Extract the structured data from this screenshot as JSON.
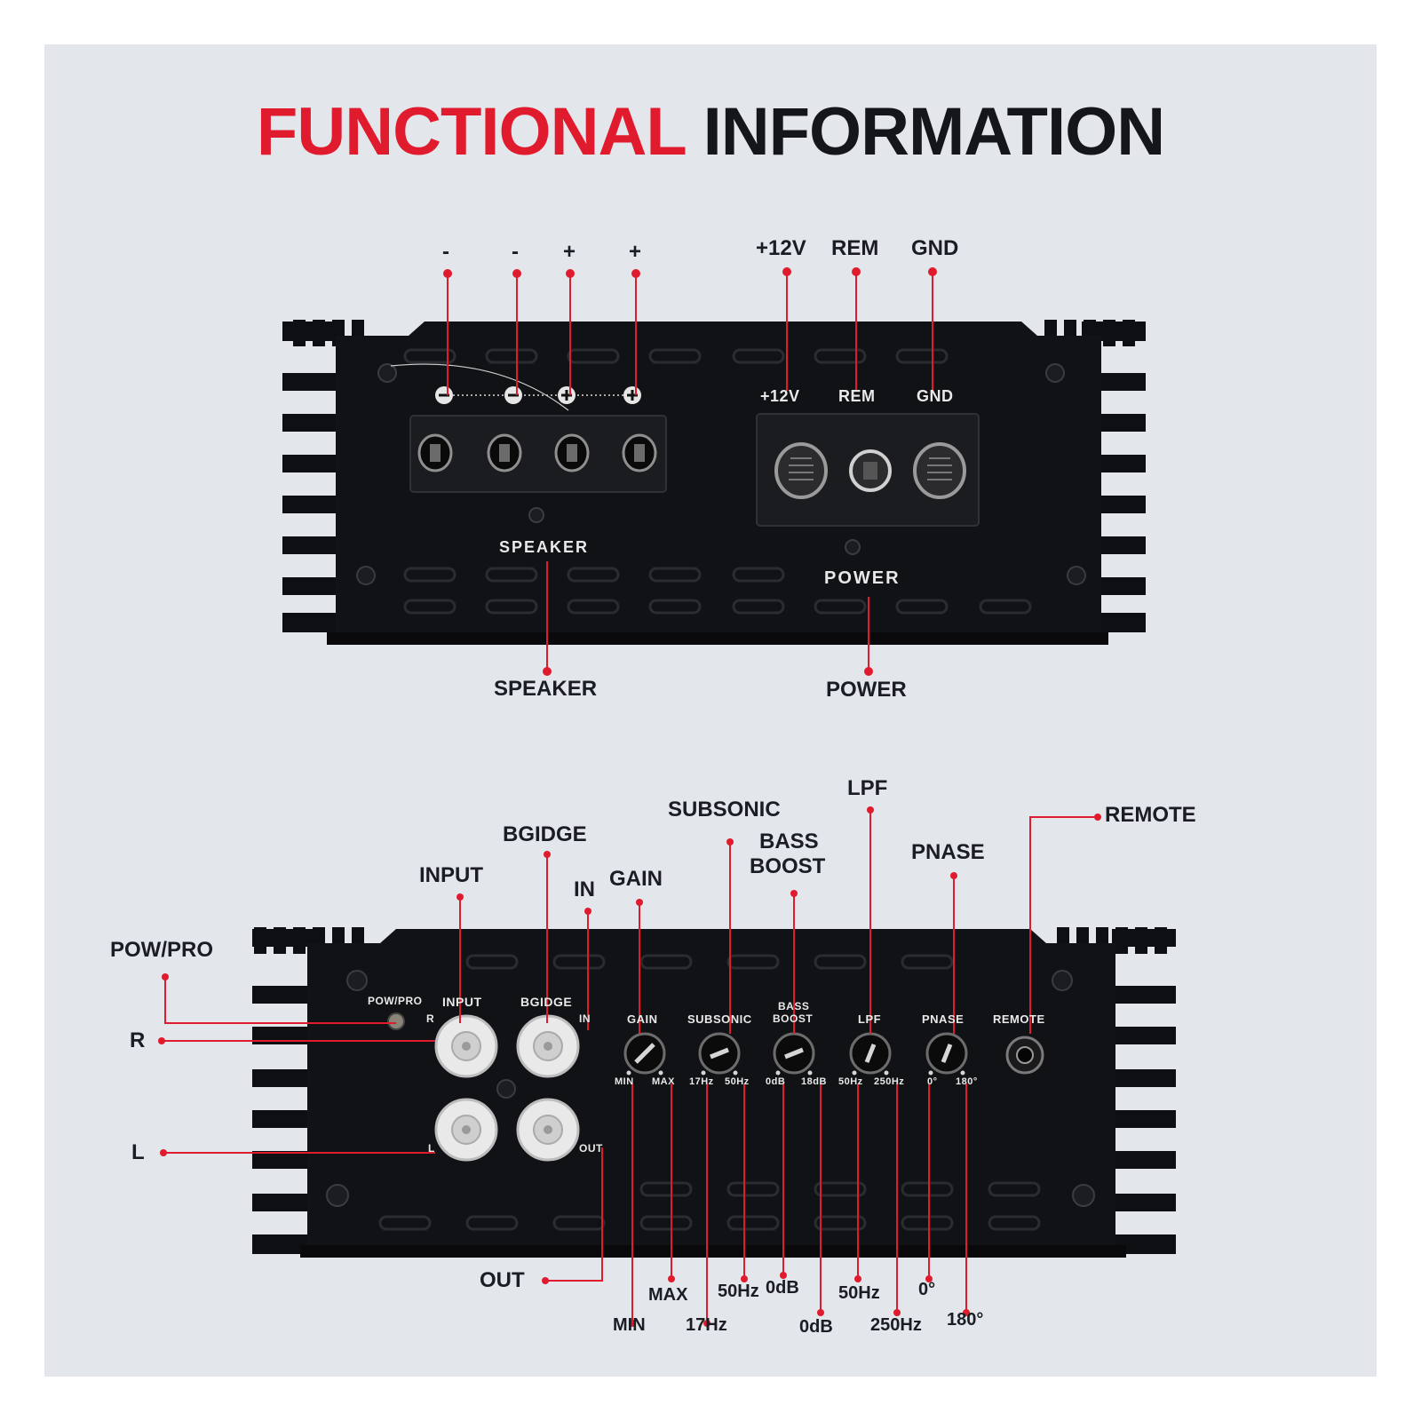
{
  "title": {
    "part1": "FUNCTIONAL",
    "part2": "INFORMATION"
  },
  "colors": {
    "accent": "#e01b2d",
    "dark": "#14161c",
    "background": "#e3e6ea",
    "device": "#0e0f12"
  },
  "top_callouts": {
    "minus1": "-",
    "minus2": "-",
    "plus1": "+",
    "plus2": "+",
    "v12": "+12V",
    "rem": "REM",
    "gnd": "GND",
    "speaker": "SPEAKER",
    "power": "POWER"
  },
  "top_panel": {
    "v12": "+12V",
    "rem": "REM",
    "gnd": "GND",
    "speaker": "SPEAKER",
    "power": "POWER"
  },
  "bottom_callouts": {
    "pow_pro": "POW/PRO",
    "r": "R",
    "l": "L",
    "input": "INPUT",
    "bgidge": "BGIDGE",
    "in": "IN",
    "gain": "GAIN",
    "subsonic": "SUBSONIC",
    "bass_boost_1": "BASS",
    "bass_boost_2": "BOOST",
    "lpf": "LPF",
    "pnase": "PNASE",
    "remote": "REMOTE",
    "out": "OUT",
    "min": "MIN",
    "max": "MAX",
    "hz17": "17Hz",
    "hz50a": "50Hz",
    "db0a": "0dB",
    "db0b": "0dB",
    "hz50b": "50Hz",
    "hz250": "250Hz",
    "deg0": "0°",
    "deg180": "180°"
  },
  "bottom_panel": {
    "pow_pro": "POW/PRO",
    "input": "INPUT",
    "bgidge": "BGIDGE",
    "r": "R",
    "in": "IN",
    "l": "L",
    "out": "OUT",
    "gain": "GAIN",
    "subsonic": "SUBSONIC",
    "bass": "BASS",
    "boost": "BOOST",
    "lpf": "LPF",
    "pnase": "PNASE",
    "remote": "REMOTE",
    "min": "MIN",
    "max": "MAX",
    "hz17": "17Hz",
    "hz50": "50Hz",
    "db0": "0dB",
    "db18": "18dB",
    "lpf50": "50Hz",
    "lpf250": "250Hz",
    "deg0": "0°",
    "deg180": "180°"
  }
}
